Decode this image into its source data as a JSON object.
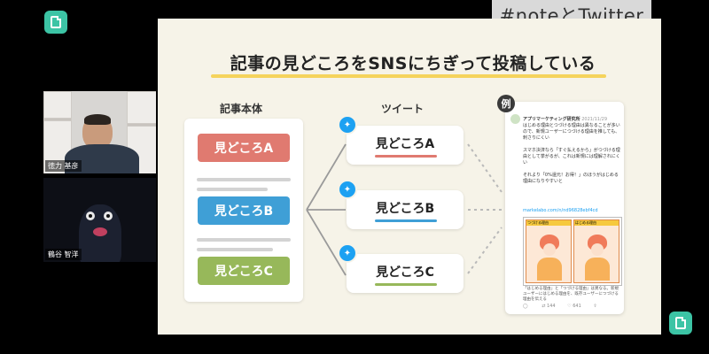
{
  "overlay": {
    "hashtag": "#noteとTwitter"
  },
  "slide": {
    "title": "記事の見どころをSNSにちぎって投稿している",
    "article_label": "記事本体",
    "tweet_label": "ツイート",
    "example_badge": "例",
    "highlights": [
      {
        "label": "見どころA",
        "color": "#e07a70"
      },
      {
        "label": "見どころB",
        "color": "#3f9fd6"
      },
      {
        "label": "見どころC",
        "color": "#97b85a"
      }
    ],
    "tweets": [
      {
        "label": "見どころA",
        "bar_color": "#e07a70"
      },
      {
        "label": "見どころB",
        "bar_color": "#3f9fd6"
      },
      {
        "label": "見どころC",
        "bar_color": "#97b85a"
      }
    ]
  },
  "tweet_example": {
    "account": "アプリマーケティング研究所",
    "date": "2021/11/29",
    "body": "はじめる理由とつづける理由は異なることが多いので、新規ユーザーにつづける理由を推しても、刺さりにくい\n\nスマホ決済なら「すぐ払えるから」がつづける理由として挙がるが、これは新規には理解されにくい\n\nそれより「0%還元！お得！」のほうがはじめる理由になりやすいと",
    "link": "markelabo.com/n/nd96828ebf4cd",
    "panel_left": "つづける理由",
    "panel_right": "はじめる理由",
    "footer": "「はじめる理由」と「つづける理由」は異なる。新規ユーザーにはじめる理由を、既存ユーザーにつづける理由を伝える",
    "reply_count": "",
    "retweet_count": "144",
    "like_count": "641"
  },
  "cameras": [
    {
      "name": "徳力 基彦"
    },
    {
      "name": "鶴谷 智洋"
    }
  ],
  "icons": {
    "brand": "note-logo-icon",
    "twitter": "twitter-bird-icon"
  }
}
